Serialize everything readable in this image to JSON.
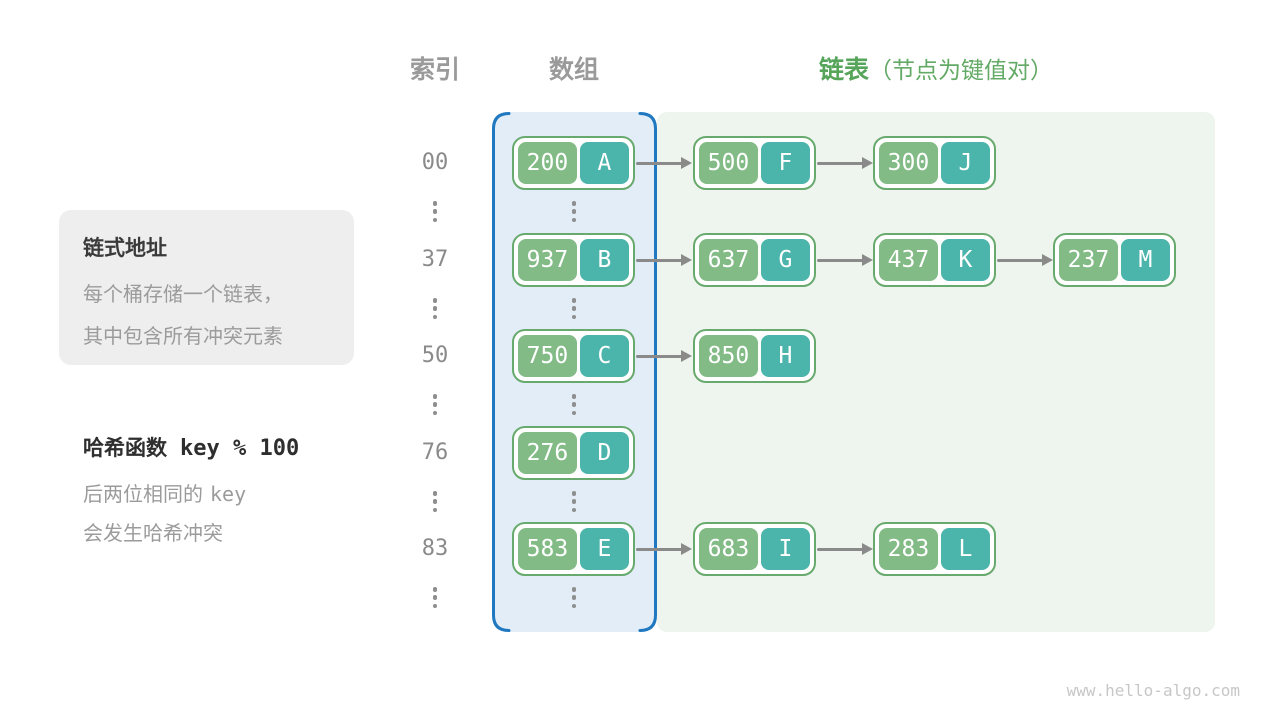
{
  "headers": {
    "index": "索引",
    "array": "数组",
    "list": "链表",
    "list_note": "（节点为键值对）"
  },
  "note_box": {
    "title": "链式地址",
    "line1": "每个桶存储一个链表，",
    "line2": "其中包含所有冲突元素"
  },
  "hash_note": {
    "title_text": "哈希函数",
    "title_code": "key % 100",
    "line1_text": "后两位相同的",
    "line1_code": "key",
    "line2_text": "会发生哈希冲突"
  },
  "rows": [
    {
      "index": "00",
      "bucket": {
        "key": "200",
        "value": "A"
      },
      "chain": [
        {
          "key": "500",
          "value": "F"
        },
        {
          "key": "300",
          "value": "J"
        }
      ]
    },
    {
      "index": "37",
      "bucket": {
        "key": "937",
        "value": "B"
      },
      "chain": [
        {
          "key": "637",
          "value": "G"
        },
        {
          "key": "437",
          "value": "K"
        },
        {
          "key": "237",
          "value": "M"
        }
      ]
    },
    {
      "index": "50",
      "bucket": {
        "key": "750",
        "value": "C"
      },
      "chain": [
        {
          "key": "850",
          "value": "H"
        }
      ]
    },
    {
      "index": "76",
      "bucket": {
        "key": "276",
        "value": "D"
      },
      "chain": []
    },
    {
      "index": "83",
      "bucket": {
        "key": "583",
        "value": "E"
      },
      "chain": [
        {
          "key": "683",
          "value": "I"
        },
        {
          "key": "283",
          "value": "L"
        }
      ]
    }
  ],
  "footer": "www.hello-algo.com",
  "colors": {
    "key_fill": "#83bb86",
    "value_fill": "#4bb4ab",
    "node_border": "#68aa6d",
    "array_bg": "#e2edf8",
    "array_border": "#1f78c0",
    "list_bg": "#eef5ee",
    "header_green": "#57a55b",
    "header_gray": "#9a9a9a",
    "text_gray": "#9b9b9b",
    "arrow_gray": "#8a8a8a"
  }
}
